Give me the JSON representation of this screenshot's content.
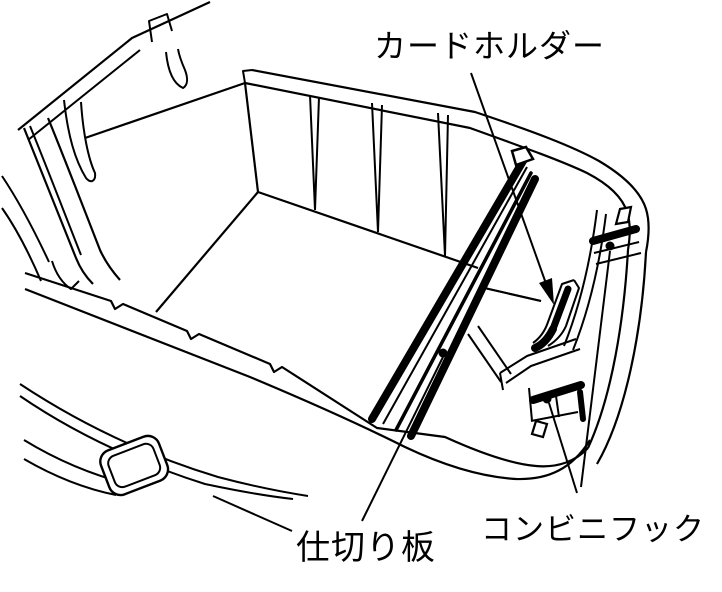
{
  "figure": {
    "background": "#ffffff",
    "line_color": "#000000",
    "labels": {
      "card_holder": "カードホルダー",
      "divider_plate": "仕切り板",
      "convenience_hook": "コンビニフック"
    }
  }
}
